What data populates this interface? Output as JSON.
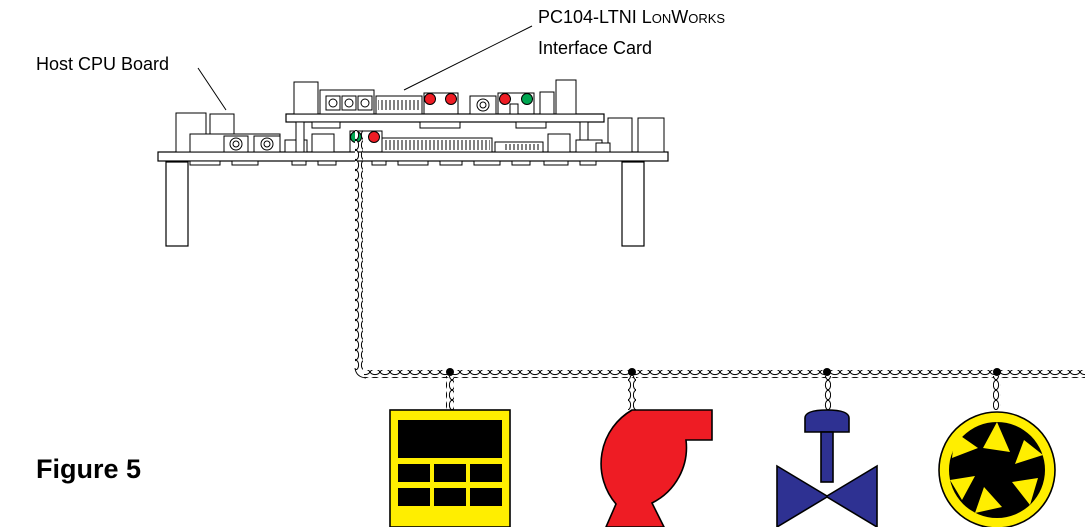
{
  "labels": {
    "host_board": "Host CPU Board",
    "interface_card_line1_prefix": "PC104-LTNI ",
    "interface_card_brand_L": "L",
    "interface_card_brand_ON": "ON",
    "interface_card_brand_W": "W",
    "interface_card_brand_ORKS": "ORKS",
    "interface_card_line2": "Interface Card",
    "figure_caption": "Figure 5"
  },
  "devices": [
    {
      "name": "display-panel",
      "fill": "#ffee00"
    },
    {
      "name": "pump",
      "fill": "#ee1c24"
    },
    {
      "name": "valve",
      "fill": "#2e3192"
    },
    {
      "name": "fan",
      "fill": "#ffee00"
    }
  ],
  "colors": {
    "led_red": "#ee1c24",
    "led_green": "#00a651",
    "line": "#000000"
  }
}
